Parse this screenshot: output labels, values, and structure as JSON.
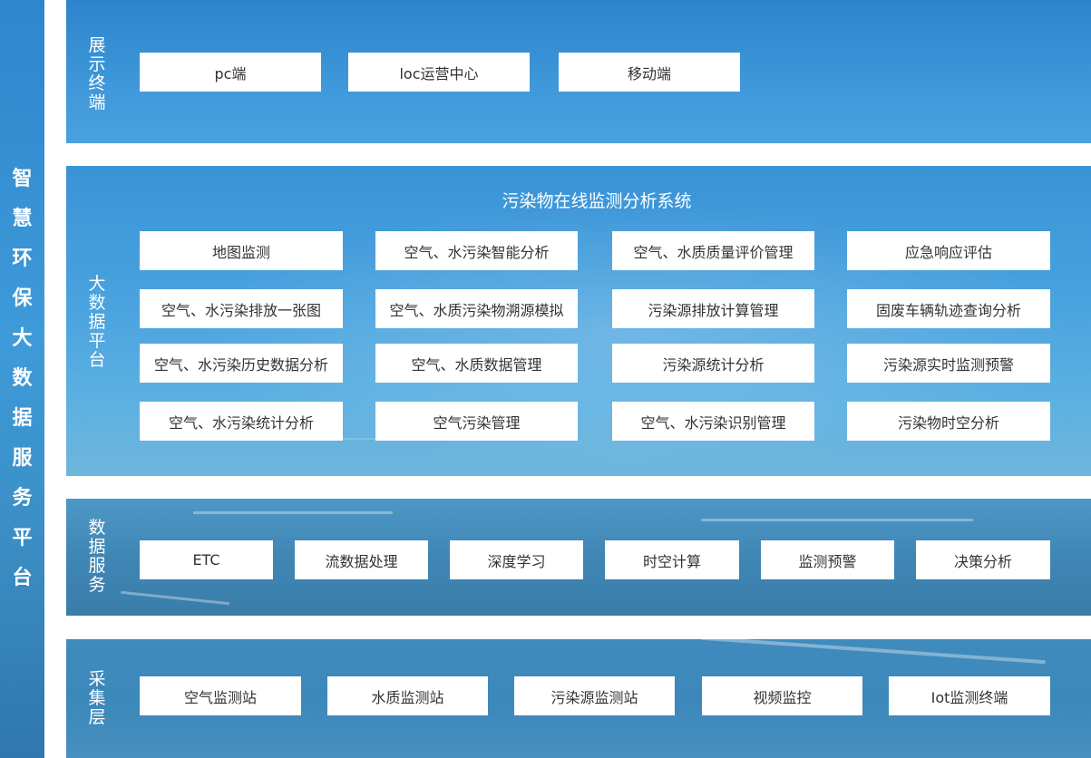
{
  "sidebar": {
    "title_chars": [
      "智",
      "慧",
      "环",
      "保",
      "大",
      "数",
      "据",
      "服",
      "务",
      "平",
      "台"
    ]
  },
  "display_layer": {
    "label_chars": [
      "展",
      "示",
      "终",
      "端"
    ],
    "items": [
      "pc端",
      "loc运营中心",
      "移动端"
    ]
  },
  "platform_layer": {
    "label_chars": [
      "大",
      "数",
      "据",
      "平",
      "台"
    ],
    "title": "污染物在线监测分析系统",
    "rows": [
      [
        "地图监测",
        "空气、水污染智能分析",
        "空气、水质质量评价管理",
        "应急响应评估"
      ],
      [
        "空气、水污染排放一张图",
        "空气、水质污染物溯源模拟",
        "污染源排放计算管理",
        "固废车辆轨迹查询分析"
      ],
      [
        "空气、水污染历史数据分析",
        "空气、水质数据管理",
        "污染源统计分析",
        "污染源实时监测预警"
      ],
      [
        "空气、水污染统计分析",
        "空气污染管理",
        "空气、水污染识别管理",
        "污染物时空分析"
      ]
    ]
  },
  "data_service_layer": {
    "label_chars": [
      "数",
      "据",
      "服",
      "务"
    ],
    "items": [
      "ETC",
      "流数据处理",
      "深度学习",
      "时空计算",
      "监测预警",
      "决策分析"
    ]
  },
  "collection_layer": {
    "label_chars": [
      "采",
      "集",
      "层"
    ],
    "items": [
      "空气监测站",
      "水质监测站",
      "污染源监测站",
      "视频监控",
      "Iot监测终端"
    ]
  }
}
